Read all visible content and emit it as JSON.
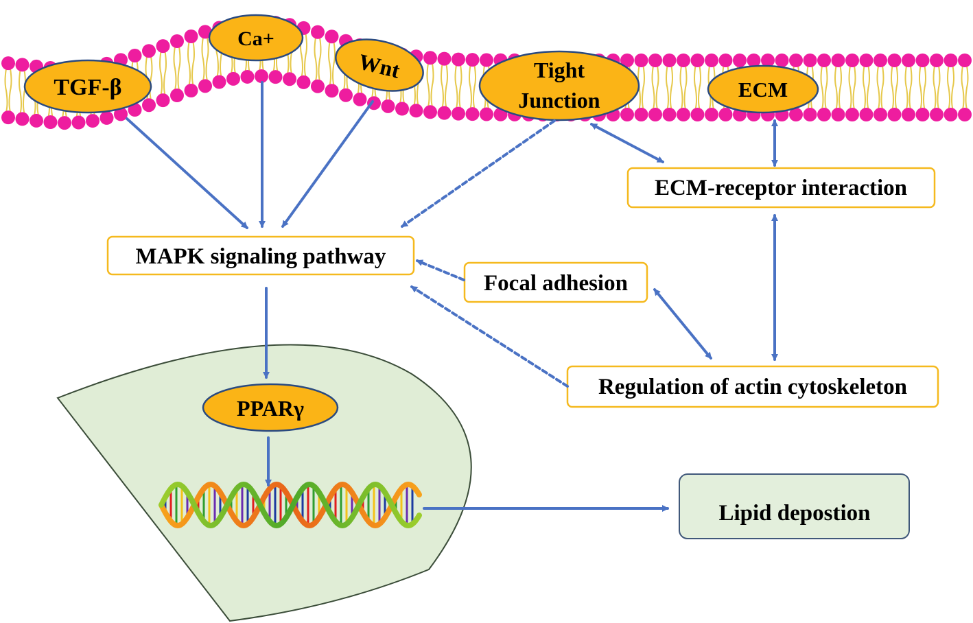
{
  "colors": {
    "membrane_head": "#ee1d9f",
    "membrane_tail": "#e6c84a",
    "receptor_fill": "#fbb416",
    "receptor_stroke": "#2a4a80",
    "box_border": "#f5b91e",
    "arrow": "#4a72c4",
    "nucleus_fill": "#e0edd6",
    "nucleus_stroke": "#3a4c38",
    "result_fill": "#e3efdc",
    "result_stroke": "#40587a"
  },
  "receptors": {
    "tgf": "TGF-β",
    "ca": "Ca+",
    "wnt": "Wnt",
    "tight_line1": "Tight",
    "tight_line2": "Junction",
    "ecm": "ECM"
  },
  "boxes": {
    "mapk": "MAPK signaling pathway",
    "ecm_receptor": "ECM-receptor interaction",
    "focal": "Focal adhesion",
    "actin": "Regulation of actin cytoskeleton",
    "lipid": "Lipid depostion"
  },
  "nucleus": {
    "ppar": "PPARγ"
  },
  "icons": {
    "dna": "dna-helix-icon"
  }
}
